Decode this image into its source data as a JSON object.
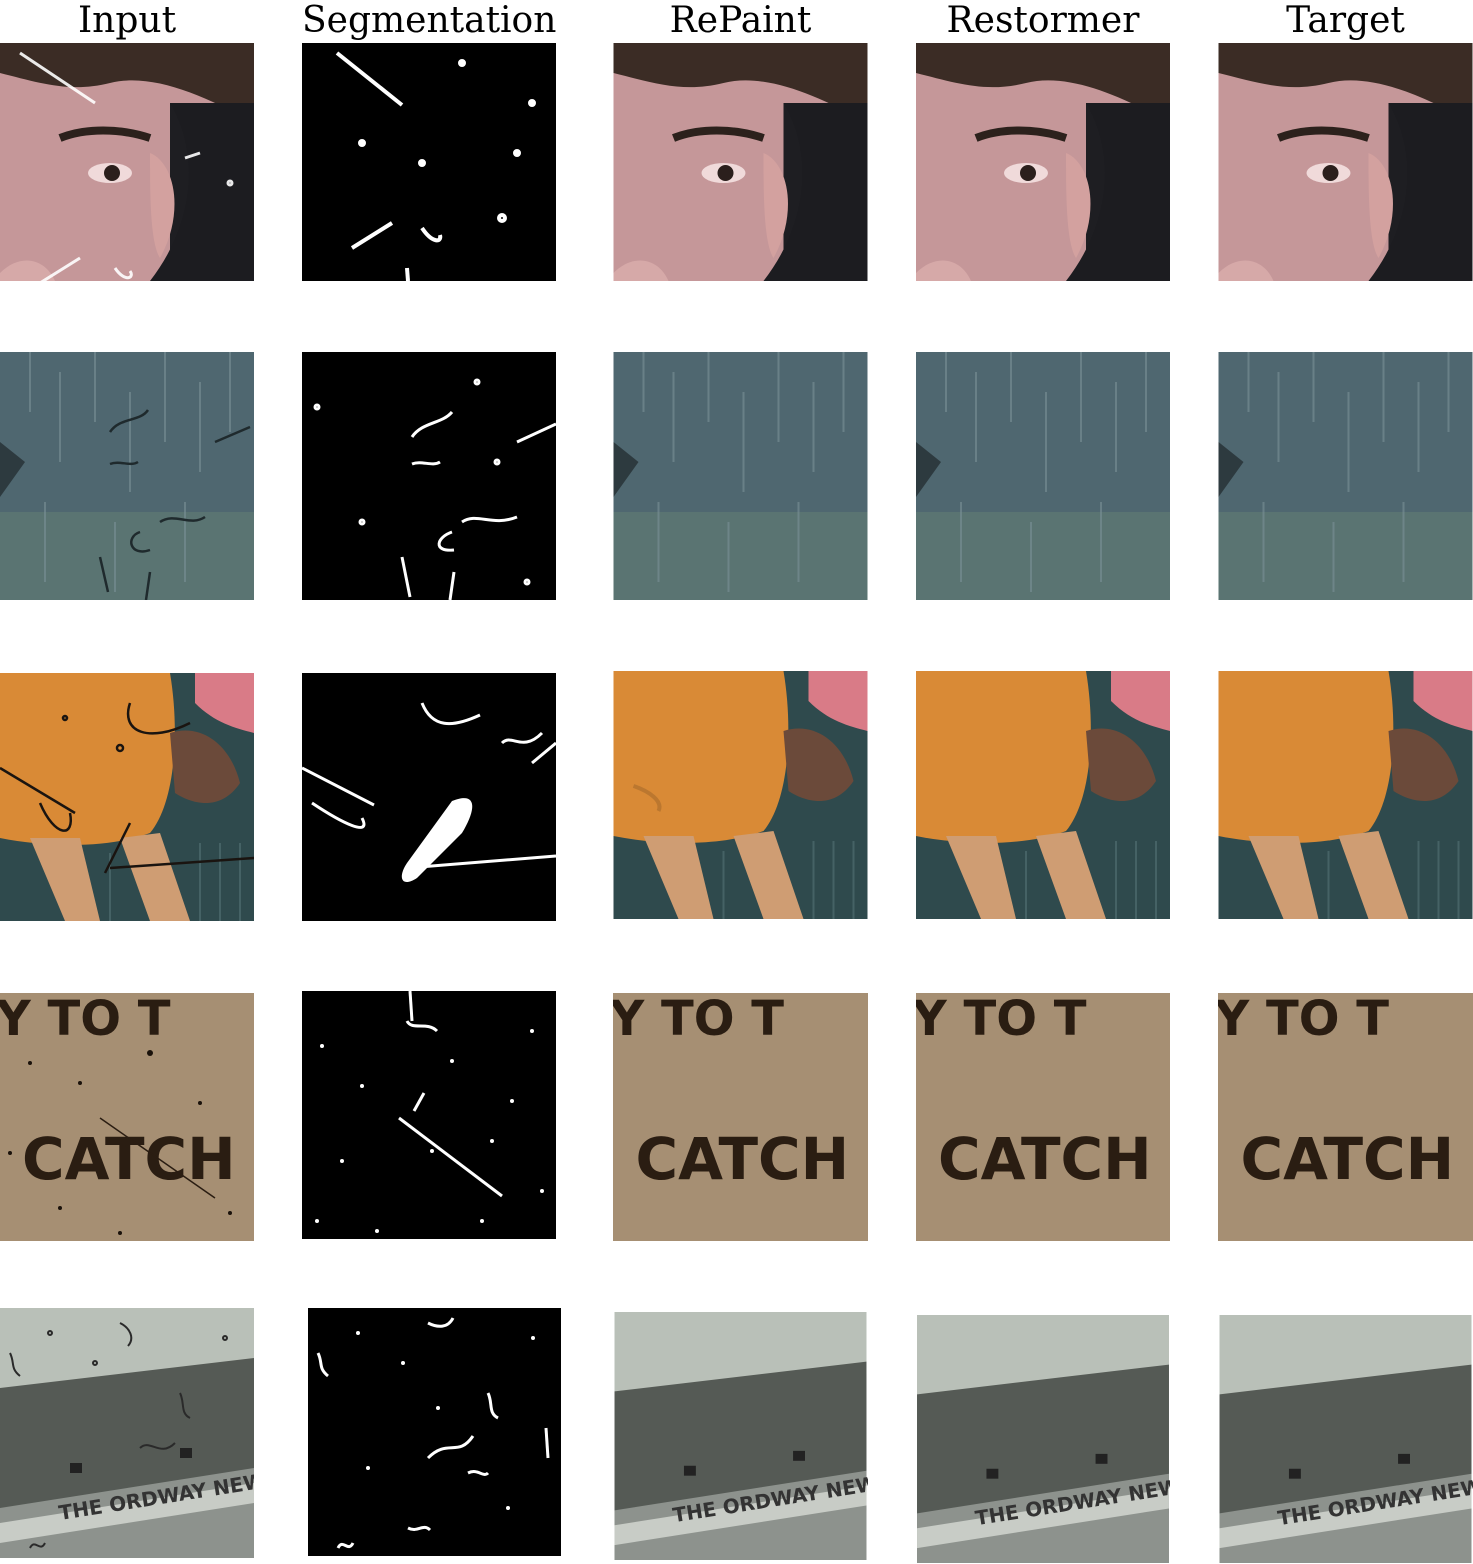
{
  "columns": [
    "Input",
    "Segmentation",
    "RePaint",
    "Restormer",
    "Target"
  ],
  "rows": [
    {
      "subject": "face"
    },
    {
      "subject": "rain"
    },
    {
      "subject": "girl"
    },
    {
      "subject": "sign",
      "text_top": "Y TO T",
      "text_main": "CATCH"
    },
    {
      "subject": "building",
      "text_banner": "THE ORDWAY NEW"
    }
  ],
  "colors": {
    "face_skin": "#c99a9c",
    "hair": "#3b2c25",
    "rain_sky": "#4f6770",
    "skirt": "#d98a36",
    "paper": "#a68f73",
    "building_sky": "#b9c0b8",
    "building_wall": "#555a55"
  }
}
